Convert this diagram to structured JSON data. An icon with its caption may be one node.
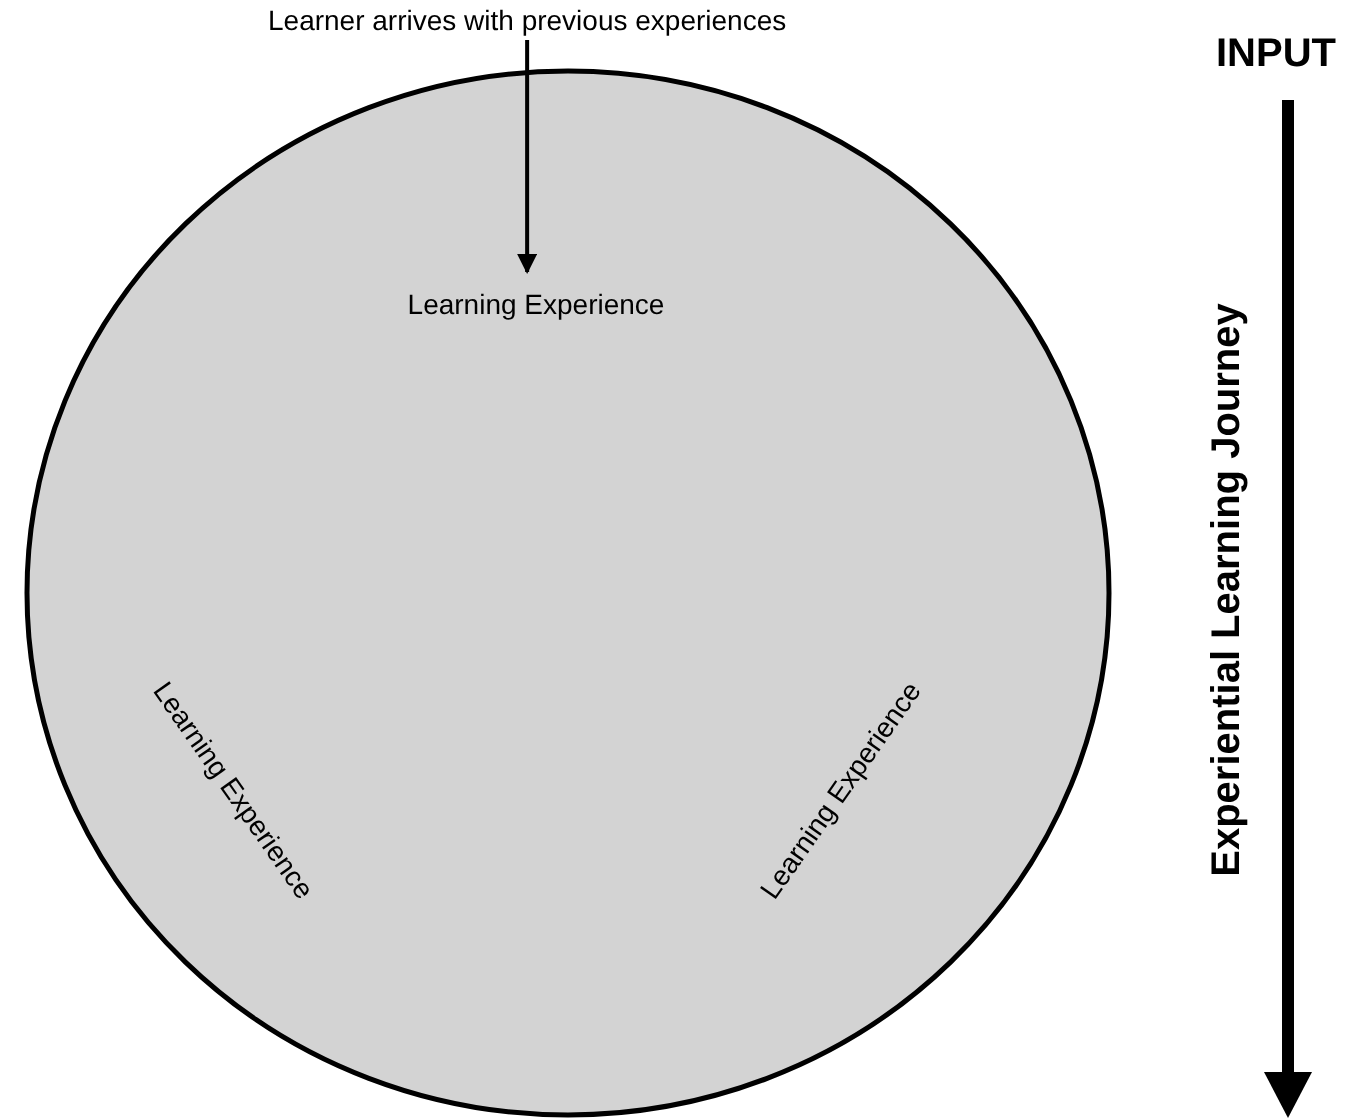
{
  "diagram": {
    "nodes": [
      {
        "text": [
          "Learner arrives with previous experiences"
        ]
      },
      {
        "text": [
          "Learning Experience",
          "Learning Experience",
          "Learning Experience"
        ]
      }
    ],
    "edges": [
      {
        "from": 0,
        "to": 1,
        "arrow": "to"
      }
    ],
    "labels": [
      "INPUT",
      "Experiential Learning Journey"
    ]
  }
}
